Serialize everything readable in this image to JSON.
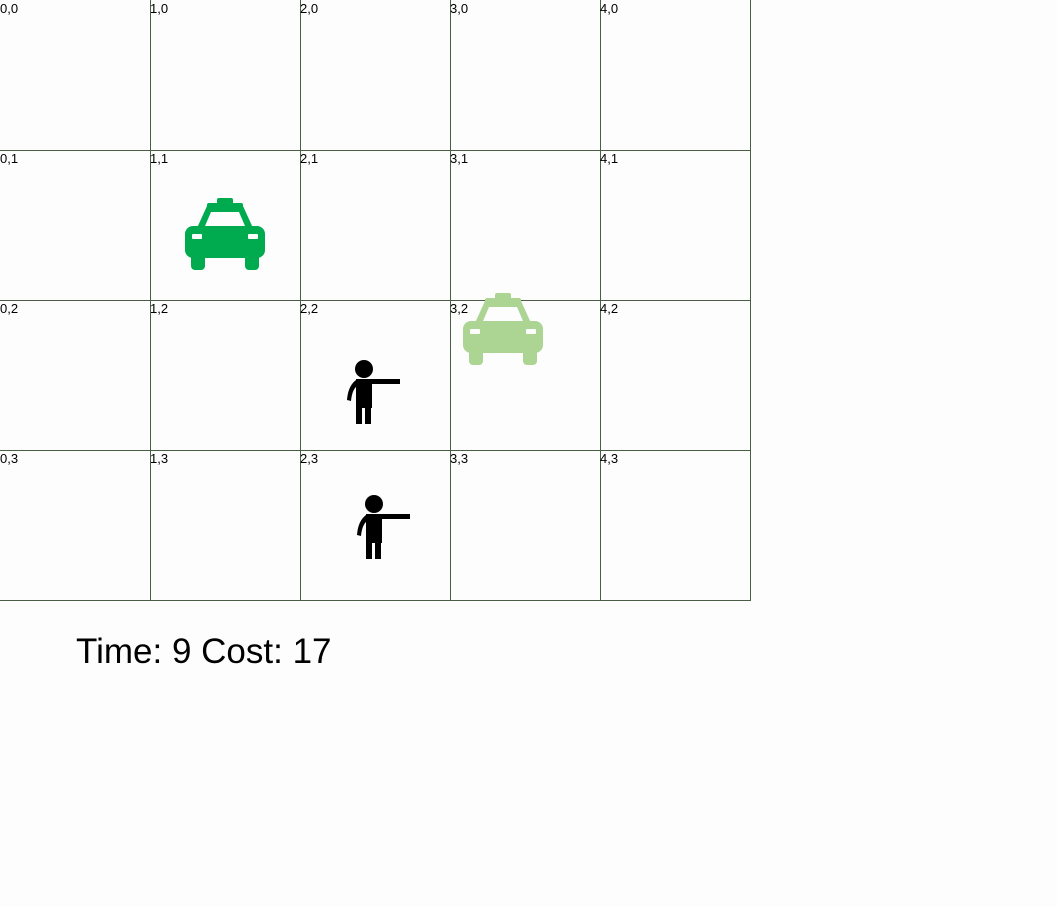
{
  "grid": {
    "columns": 5,
    "rows": 4,
    "cell_labels": [
      [
        "0,0",
        "1,0",
        "2,0",
        "3,0",
        "4,0"
      ],
      [
        "0,1",
        "1,1",
        "2,1",
        "3,1",
        "4,1"
      ],
      [
        "0,2",
        "1,2",
        "2,2",
        "3,2",
        "4,2"
      ],
      [
        "0,3",
        "1,3",
        "2,3",
        "3,3",
        "4,3"
      ]
    ],
    "line_color": "#4a5e45"
  },
  "taxis": [
    {
      "name": "taxi-active",
      "cell": [
        1,
        1
      ],
      "color": "#00aa4f"
    },
    {
      "name": "taxi-faded",
      "cell": [
        3,
        2
      ],
      "color": "#acd594"
    }
  ],
  "passengers": [
    {
      "name": "passenger-1",
      "cell": [
        2,
        2
      ]
    },
    {
      "name": "passenger-2",
      "cell": [
        2,
        3
      ]
    }
  ],
  "status": {
    "time_label": "Time:",
    "time_value": "9",
    "cost_label": "Cost:",
    "cost_value": "17"
  }
}
